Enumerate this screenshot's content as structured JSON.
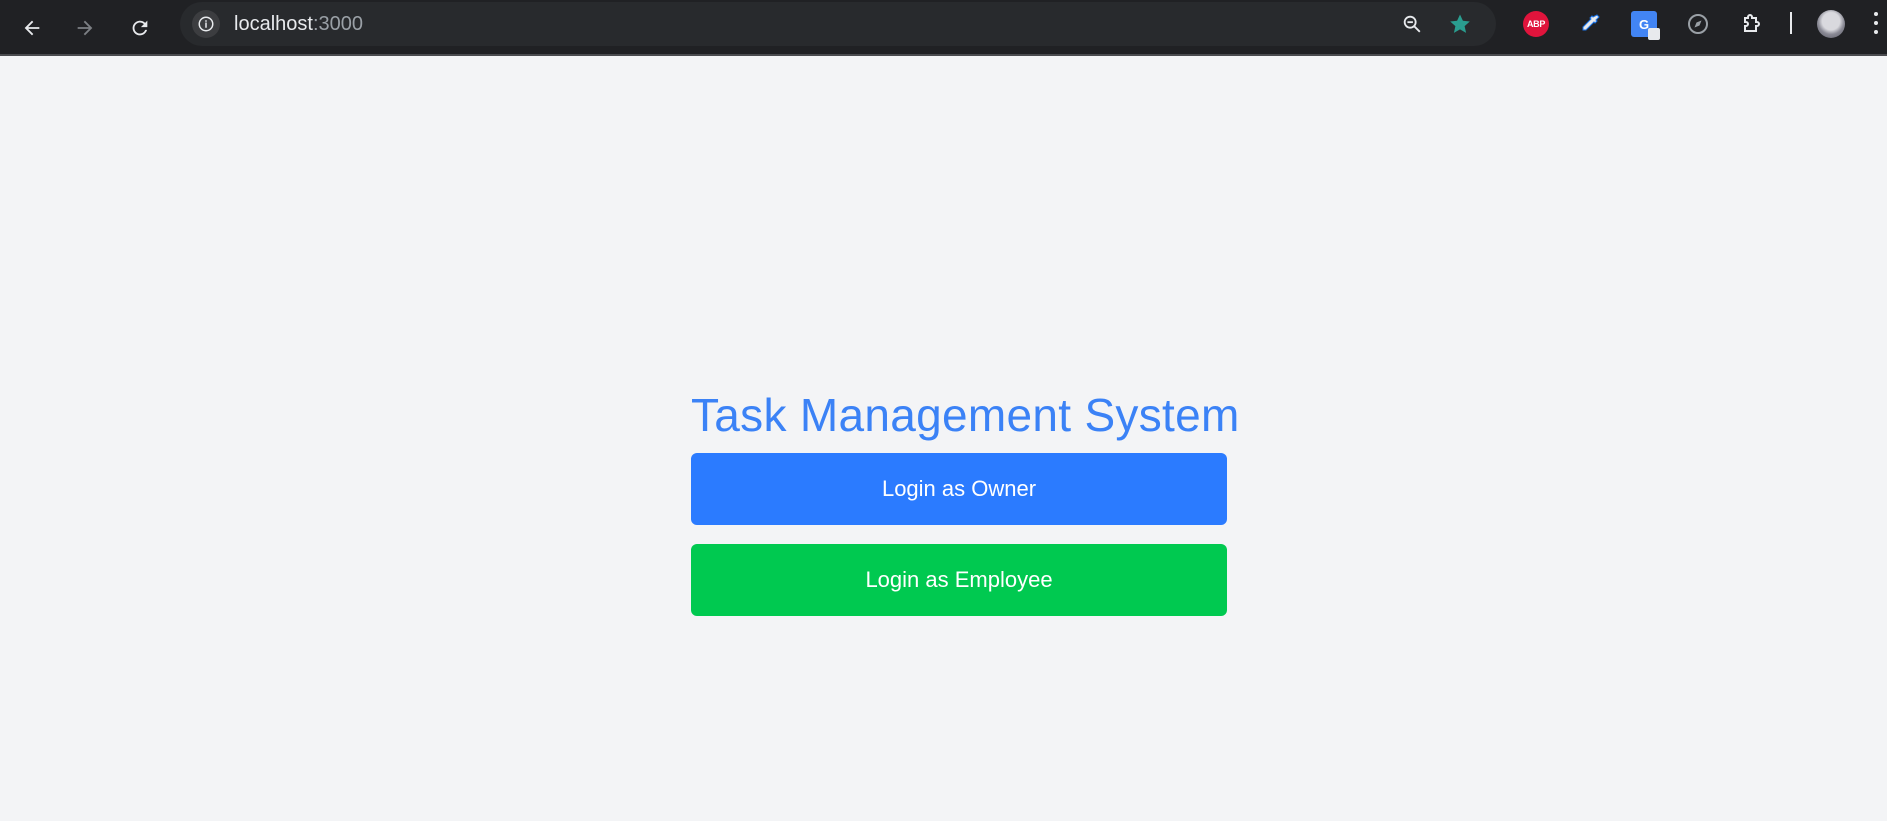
{
  "browser": {
    "url_host": "localhost",
    "url_port": ":3000",
    "icons": {
      "back": "arrow-left-icon",
      "forward": "arrow-right-icon",
      "reload": "reload-icon",
      "site_info": "info-icon",
      "zoom": "zoom-out-icon",
      "bookmark": "star-icon",
      "extensions": [
        "adblock-plus-icon",
        "eyedropper-icon",
        "google-translate-icon",
        "compass-icon",
        "puzzle-icon"
      ],
      "profile": "avatar",
      "menu": "kebab-menu-icon"
    },
    "abp_text": "ABP",
    "translate_text": "G",
    "colors": {
      "bookmark_star": "#2a9d8f",
      "abp_red": "#e0143c"
    }
  },
  "page": {
    "title": "Task Management System",
    "owner_button": "Login as Owner",
    "employee_button": "Login as Employee",
    "colors": {
      "background": "#f3f4f6",
      "title": "#3b82f6",
      "owner_button": "#2b7bff",
      "employee_button": "#00c950"
    }
  }
}
